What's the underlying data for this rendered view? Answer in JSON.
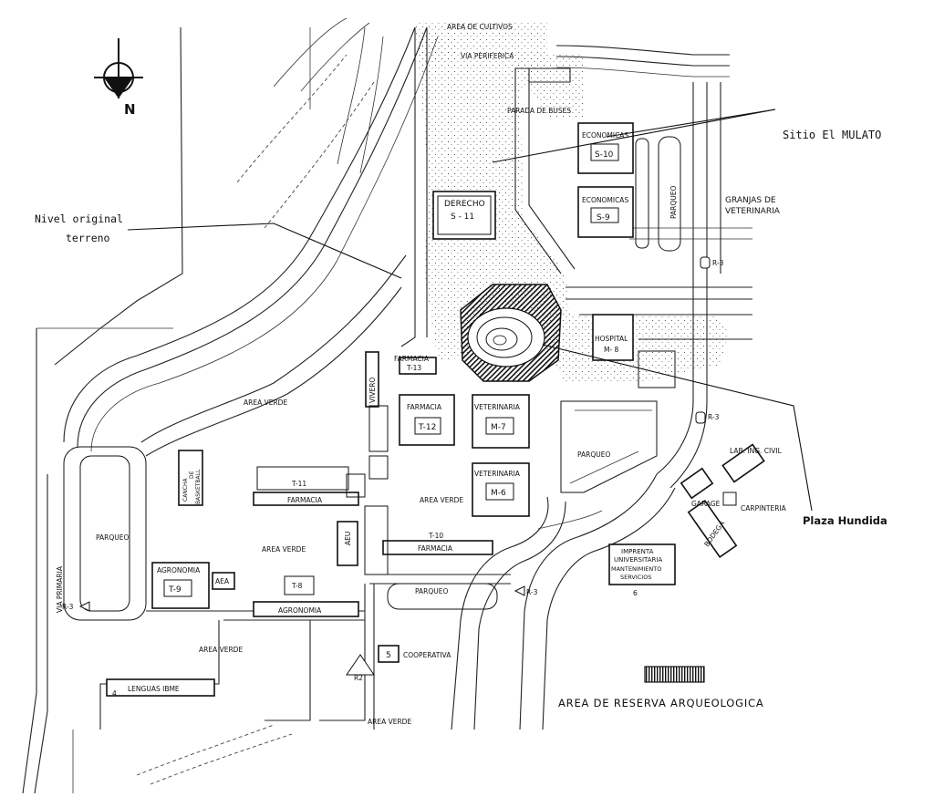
{
  "compass": {
    "label": "N",
    "icon": "north-arrow-icon"
  },
  "annotations": {
    "sitio": "Sitio El MULATO",
    "nivel_line1": "Nivel original",
    "nivel_line2": "terreno",
    "plaza": "Plaza Hundida",
    "granjas_line1": "GRANJAS DE",
    "granjas_line2": "VETERINARIA"
  },
  "top_labels": {
    "cultivos": "AREA DE CULTIVOS",
    "via_periferica": "VIA PERIFERICA",
    "parada": "PARADA DE BUSES",
    "via_primaria": "VIA PRIMARIA"
  },
  "buildings": {
    "derecho_name": "DERECHO",
    "derecho_code": "S - 11",
    "econ1_name": "ECONOMICAS",
    "econ1_code": "S-10",
    "econ2_name": "ECONOMICAS",
    "econ2_code": "S-9",
    "hospital_name": "HOSPITAL",
    "hospital_code": "M- 8",
    "farmacia_t13_name": "FARMACIA",
    "farmacia_t13_code": "T-13",
    "farmacia_t12_name": "FARMACIA",
    "farmacia_t12_code": "T-12",
    "vet_m7_name": "VETERINARIA",
    "vet_m7_code": "M-7",
    "vet_m6_name": "VETERINARIA",
    "vet_m6_code": "M-6",
    "t11_code": "T-11",
    "t11_name": "FARMACIA",
    "t10_code": "T-10",
    "t10_name": "FARMACIA",
    "t8_code": "T-8",
    "t8_name": "AGRONOMIA",
    "agro_t9_name": "AGRONOMIA",
    "agro_t9_code": "T-9",
    "aea": "AEA",
    "aeu": "AEU",
    "vivero": "VIVERO",
    "cancha_line1": "CANCHA",
    "cancha_line2": "DE",
    "cancha_line3": "BASKETBALL",
    "imprenta_line1": "IMPRENTA",
    "imprenta_line2": "UNIVERSITARIA",
    "imprenta_line3": "MANTENIMIENTO",
    "imprenta_line4": "SERVICIOS",
    "imprenta_num": "6",
    "lenguas": "LENGUAS IBME",
    "lenguas_num": "4",
    "coop": "COOPERATIVA",
    "coop_num": "5",
    "lab": "LAB. ING. CIVIL",
    "garage": "GARAGE",
    "carpinteria": "CARPINTERIA",
    "bodega": "BODEGA"
  },
  "areas": {
    "verde1": "AREA VERDE",
    "verde2": "AREA VERDE",
    "verde3": "AREA VERDE",
    "verde4": "AREA VERDE",
    "verde5": "AREA VERDE",
    "parqueo1": "PARQUEO",
    "parqueo2": "PARQUEO",
    "parqueo3": "PARQUEO",
    "parqueo4": "PARQUEO"
  },
  "roads": {
    "r3_a": "R-3",
    "r3_b": "R-3",
    "r3_c": "R-3",
    "r3_d": "R-3",
    "r2": "R2"
  },
  "legend": {
    "label": "AREA DE RESERVA ARQUEOLOGICA",
    "icon": "hatch-swatch-icon"
  }
}
